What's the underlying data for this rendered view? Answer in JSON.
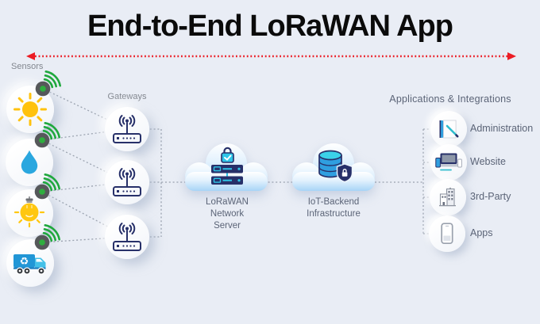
{
  "title": "End-to-End LoRaWAN App",
  "colors": {
    "background": "#e9edf5",
    "arrow_red": "#ec1c24",
    "connector_gray": "#9aa2af",
    "label_gray": "#82878f",
    "label_slate": "#5b6477",
    "navy": "#273069",
    "cyan": "#2fc6e8",
    "blue": "#2f9fe0",
    "green": "#1fa83d",
    "yellow": "#ffc20e"
  },
  "sensors": {
    "label": "Sensors",
    "items": [
      {
        "icon": "sun-icon"
      },
      {
        "icon": "water-drop-icon"
      },
      {
        "icon": "light-bulb-icon"
      },
      {
        "icon": "garbage-truck-icon"
      }
    ]
  },
  "gateways": {
    "label": "Gateways",
    "count": 3,
    "icon": "router-icon"
  },
  "network_server": {
    "label_lines": [
      "LoRaWAN",
      "Network",
      "Server"
    ],
    "icon": "secure-server-icon"
  },
  "backend": {
    "label_lines": [
      "IoT-Backend",
      "Infrastructure"
    ],
    "icon": "database-shield-icon"
  },
  "applications": {
    "header": "Applications & Integrations",
    "items": [
      {
        "label": "Administration",
        "icon": "administration-icon"
      },
      {
        "label": "Website",
        "icon": "website-icon"
      },
      {
        "label": "3rd-Party",
        "icon": "third-party-icon"
      },
      {
        "label": "Apps",
        "icon": "smartphone-icon"
      }
    ]
  },
  "glyphs": {
    "recycle": "♻"
  }
}
